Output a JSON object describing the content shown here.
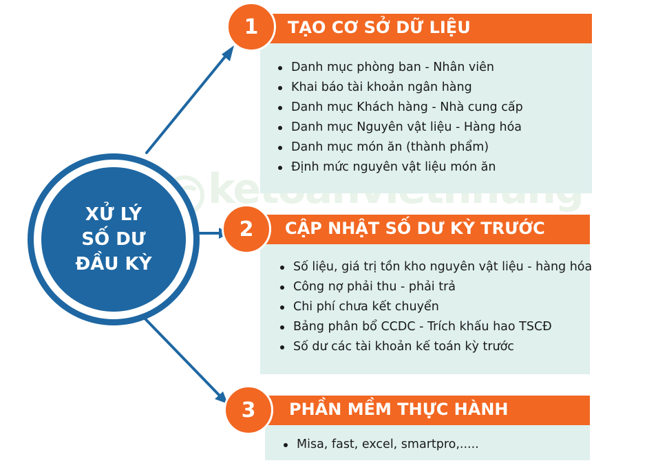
{
  "hub": {
    "lines": [
      "XỬ LÝ",
      "SỐ DƯ",
      "ĐẦU KỲ"
    ]
  },
  "watermark": {
    "text": "ketoanvietnhung"
  },
  "steps": [
    {
      "number": "1",
      "title": "TẠO CƠ SỞ DỮ LIỆU",
      "items": [
        "Danh mục phòng ban - Nhân viên",
        "Khai báo tài khoản ngân hàng",
        "Danh mục Khách hàng - Nhà cung cấp",
        "Danh mục Nguyên vật liệu - Hàng hóa",
        "Danh mục món ăn (thành phẩm)",
        "Định mức nguyên vật liệu món ăn"
      ]
    },
    {
      "number": "2",
      "title": "CẬP NHẬT SỐ DƯ KỲ TRƯỚC",
      "items": [
        "Số liệu, giá trị tồn kho nguyên vật liệu - hàng hóa",
        "Công nợ phải thu - phải trả",
        "Chi phí chưa kết chuyển",
        "Bảng phân bổ CCDC - Trích khấu hao TSCĐ",
        "Số dư các tài khoản kế toán kỳ trước"
      ]
    },
    {
      "number": "3",
      "title": "PHẦN MỀM THỰC HÀNH",
      "items": [
        "Misa, fast, excel, smartpro,....."
      ]
    }
  ],
  "colors": {
    "hub_blue": "#1e67a2",
    "accent_orange": "#f26722",
    "panel_mint": "#dff0ed",
    "arrow_blue": "#1e67a2"
  },
  "icons": [
    "arrow-head-icon",
    "watermark-logo-icon"
  ]
}
